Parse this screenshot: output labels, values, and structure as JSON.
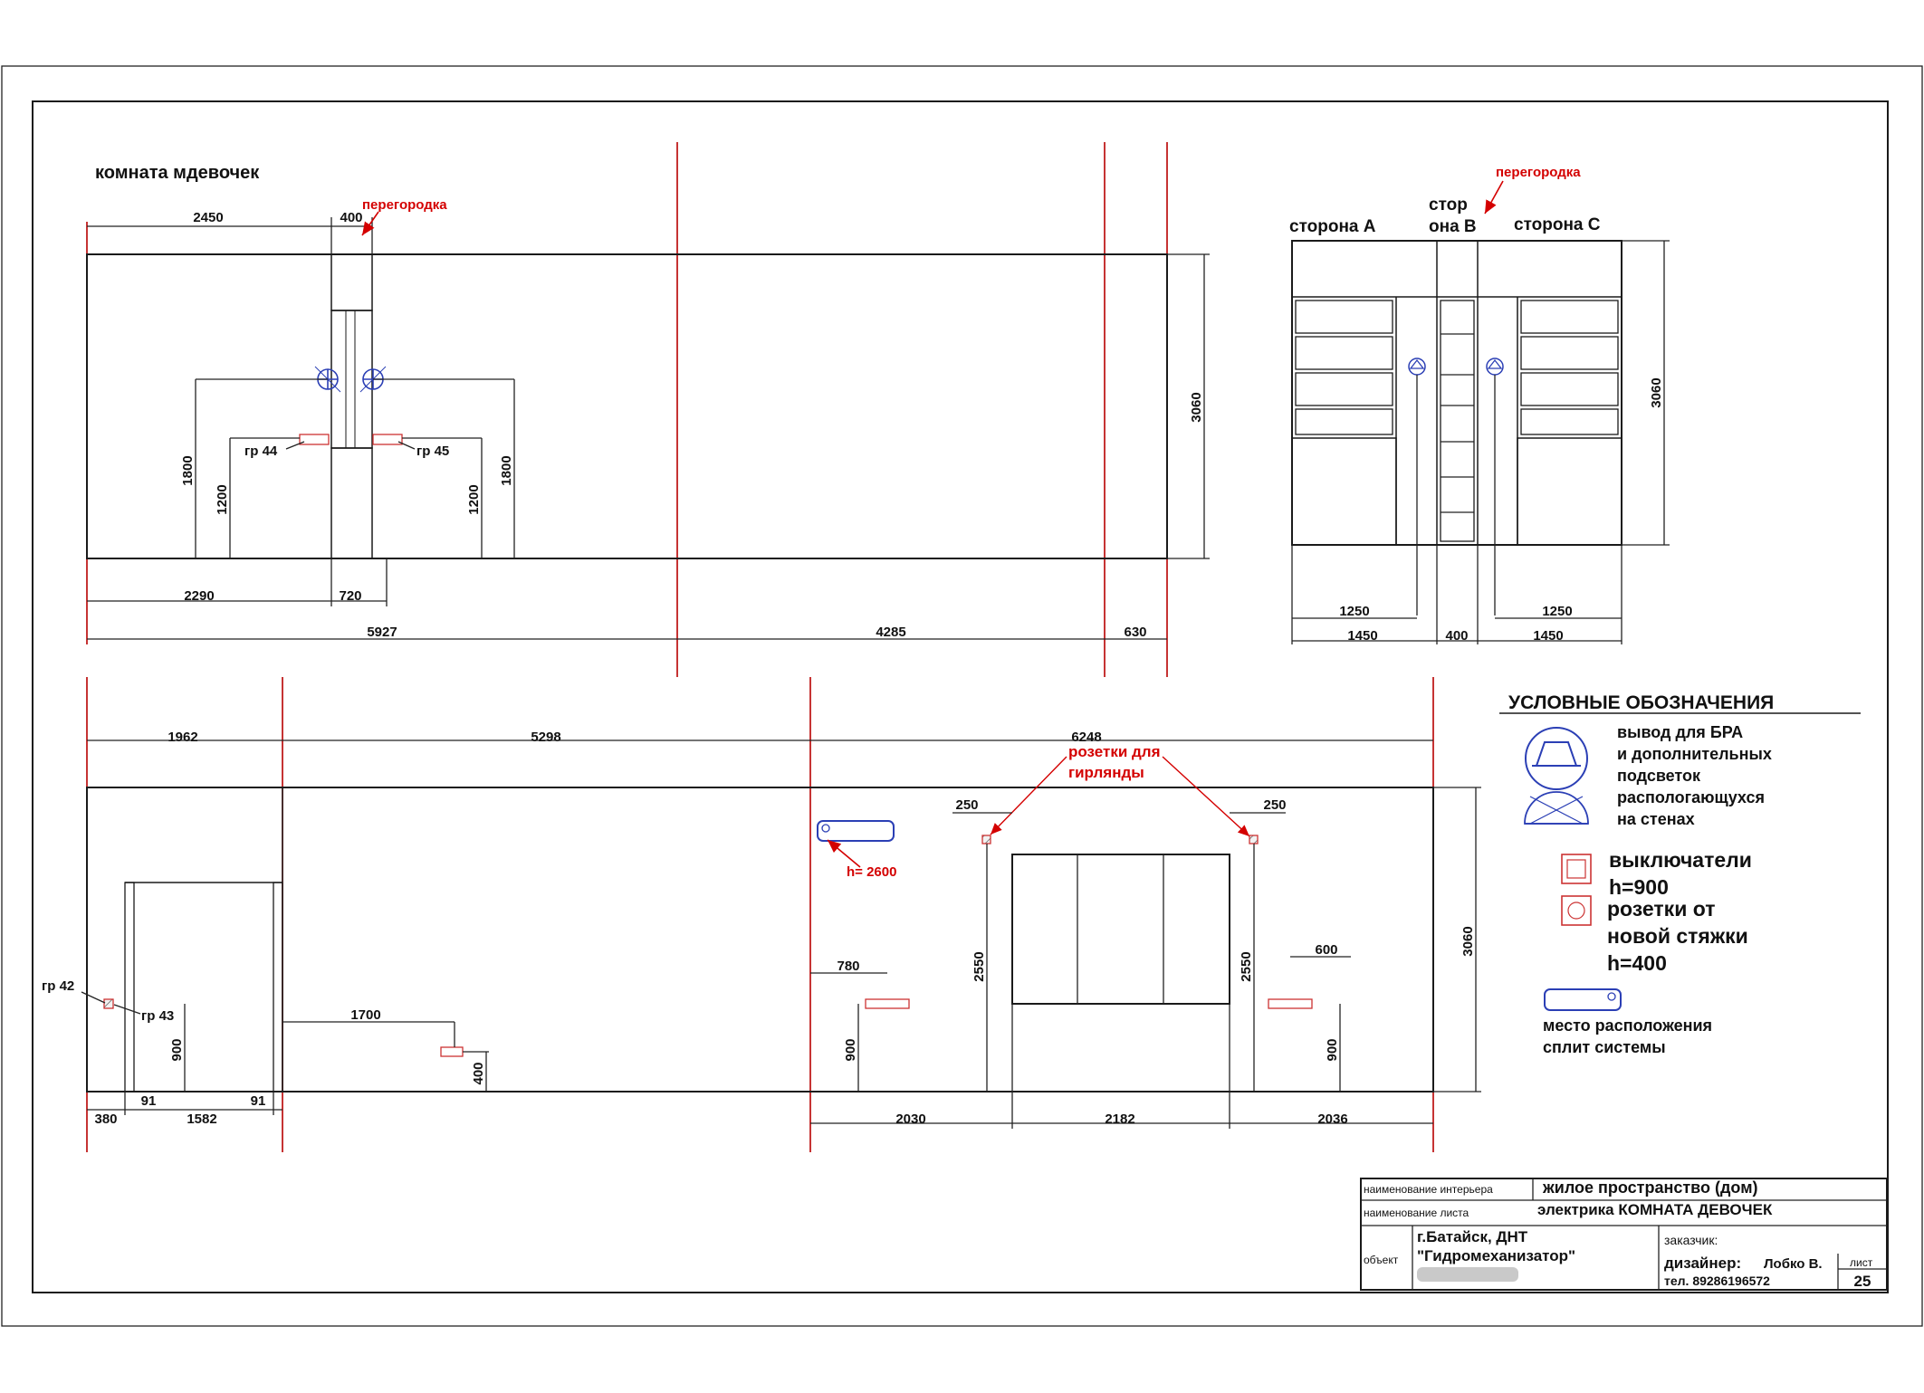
{
  "room_title": "комната мдевочек",
  "partition_label": "перегородка",
  "elev1": {
    "top_dims": [
      "2450",
      "400"
    ],
    "height": "3060",
    "left_v_dims": [
      "1800",
      "1200"
    ],
    "right_v_dims": [
      "1200",
      "1800"
    ],
    "group_left": "гр 44",
    "group_right": "гр 45",
    "bottom_dims1": [
      "2290",
      "720"
    ],
    "bottom_dims2": [
      "5927",
      "4285",
      "630"
    ]
  },
  "section": {
    "side_a": "сторона А",
    "side_b_1": "стор",
    "side_b_2": "она В",
    "side_c": "сторона С",
    "height": "3060",
    "dims1": [
      "1250",
      "1250"
    ],
    "dims2": [
      "1450",
      "400",
      "1450"
    ]
  },
  "elev2": {
    "top_dims": [
      "1962",
      "5298",
      "6248"
    ],
    "garland_label_1": "розетки для",
    "garland_label_2": "гирлянды",
    "ac_height": "h= 2600",
    "height": "3060",
    "dim_250_left": "250",
    "dim_250_right": "250",
    "v_2550_left": "2550",
    "v_2550_right": "2550",
    "dim_780": "780",
    "dim_600": "600",
    "dim_1700": "1700",
    "v_900_a": "900",
    "v_900_b": "900",
    "v_900_c": "900",
    "v_400": "400",
    "group_42": "гр 42",
    "group_43": "гр 43",
    "bottom_dims_left": [
      "380",
      "91",
      "1582",
      "91"
    ],
    "bottom_dims_right": [
      "2030",
      "2182",
      "2036"
    ]
  },
  "legend": {
    "title": "УСЛОВНЫЕ ОБОЗНАЧЕНИЯ",
    "bra_lines": [
      "вывод для БРА",
      "и дополнительных",
      "подсветок",
      "распологающухся",
      "на стенах"
    ],
    "switches": "выключатели",
    "switches_h": "h=900",
    "sockets_lines": [
      "розетки от",
      "новой стяжки",
      "h=400"
    ],
    "split_lines": [
      "место расположения",
      "сплит системы"
    ]
  },
  "title_block": {
    "interior_label": "наименование интерьера",
    "interior_value": "жилое пространство  (дом)",
    "sheet_label": "наименование листа",
    "sheet_value": "электрика КОМНАТА ДЕВОЧЕК",
    "object_label": "объект",
    "object_line1": "г.Батайск, ДНТ",
    "object_line2": "\"Гидромеханизатор\"",
    "customer_label": "заказчик:",
    "designer_label": "дизайнер:",
    "designer_name": "Лобко В.",
    "phone": "тел. 89286196572",
    "sheet_no_label": "лист",
    "sheet_no": "25"
  }
}
